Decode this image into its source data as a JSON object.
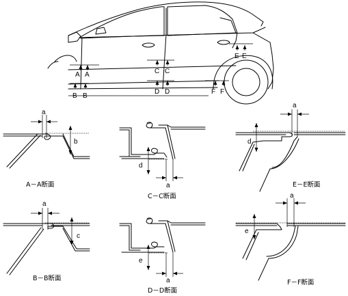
{
  "car_view": {
    "section_marks": [
      "A",
      "A",
      "B",
      "B",
      "C",
      "C",
      "D",
      "D",
      "E",
      "E",
      "F",
      "F"
    ]
  },
  "sections": [
    {
      "caption": "A－A断面",
      "dims": [
        "a",
        "b"
      ]
    },
    {
      "caption": "C－C断面",
      "dims": [
        "a",
        "d"
      ]
    },
    {
      "caption": "E－E断面",
      "dims": [
        "a",
        "d"
      ]
    },
    {
      "caption": "B－B断面",
      "dims": [
        "a",
        "c"
      ]
    },
    {
      "caption": "D－D断面",
      "dims": [
        "a",
        "e"
      ]
    },
    {
      "caption": "F－F断面",
      "dims": [
        "a",
        "e"
      ]
    }
  ]
}
